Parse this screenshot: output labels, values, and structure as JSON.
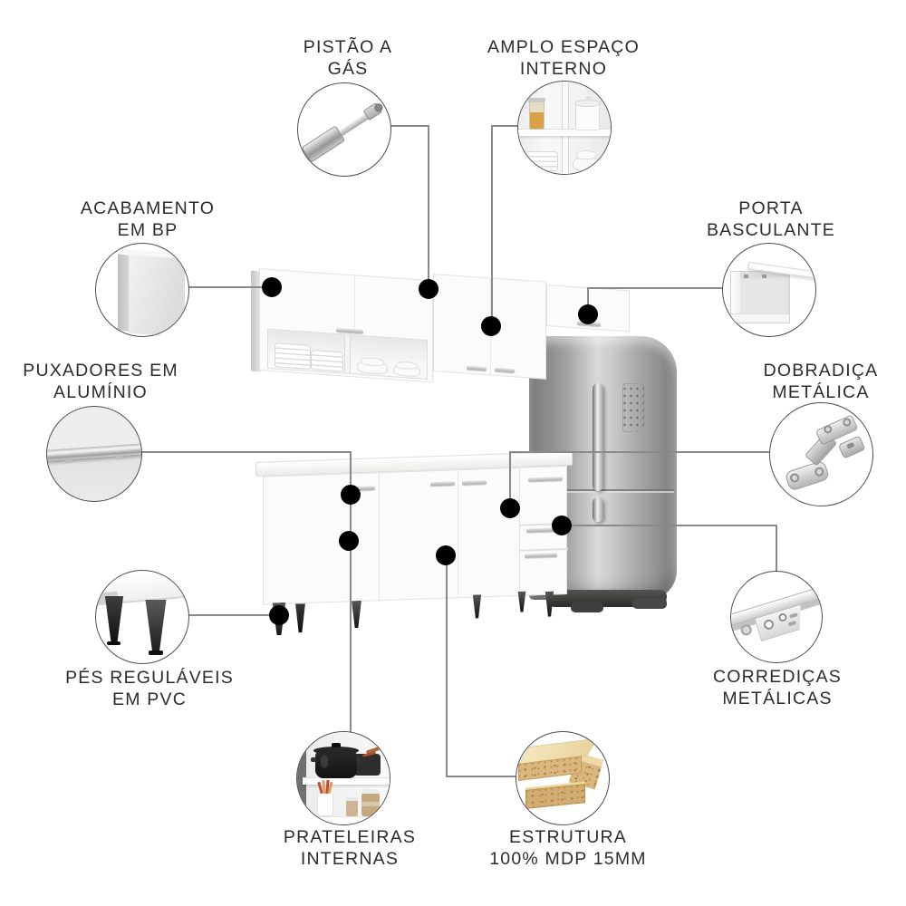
{
  "callouts": [
    {
      "id": "pistao-a-gas",
      "label": "PISTÃO A\nGÁS",
      "icon": "gas-piston"
    },
    {
      "id": "amplo-espaco-interno",
      "label": "AMPLO ESPAÇO\nINTERNO",
      "icon": "open-shelf-interior"
    },
    {
      "id": "acabamento-em-bp",
      "label": "ACABAMENTO\nEM BP",
      "icon": "bp-panel-corner"
    },
    {
      "id": "porta-basculante",
      "label": "PORTA\nBASCULANTE",
      "icon": "flip-up-door"
    },
    {
      "id": "puxadores-em-aluminio",
      "label": "PUXADORES EM\nALUMÍNIO",
      "icon": "aluminum-handle"
    },
    {
      "id": "dobradica-metalica",
      "label": "DOBRADIÇA\nMETÁLICA",
      "icon": "metal-hinge"
    },
    {
      "id": "pes-regulaveis-em-pvc",
      "label": "PÉS REGULÁVEIS\nEM PVC",
      "icon": "pvc-adjustable-feet"
    },
    {
      "id": "corredicas-metalicas",
      "label": "CORREDIÇAS\nMETÁLICAS",
      "icon": "metal-drawer-slide"
    },
    {
      "id": "prateleiras-internas",
      "label": "PRATELEIRAS\nINTERNAS",
      "icon": "internal-shelves"
    },
    {
      "id": "estrutura-mdp",
      "label": "ESTRUTURA\n100% MDP 15MM",
      "icon": "mdp-wood-board"
    }
  ],
  "colors": {
    "text": "#2c2c2c",
    "callout_line": "#8a8a8a",
    "callout_dot": "#000000",
    "cabinet_white": "#fbfbfb",
    "fridge_steel": "#c9c9c7",
    "feet_dark": "#2a2a2a",
    "mdp_wood": "#d9b77f"
  }
}
